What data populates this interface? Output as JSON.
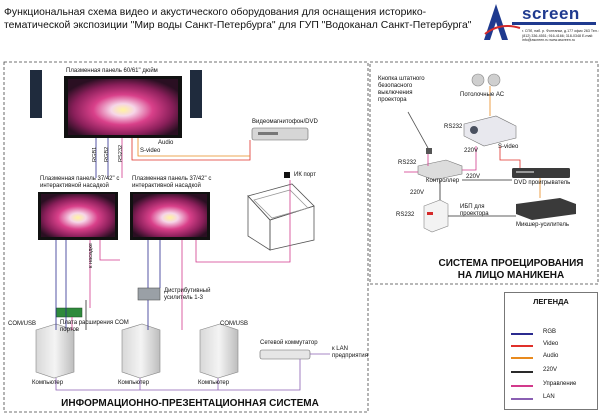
{
  "title": "Функциональная схема видео и акустического оборудования для оснащения историко-тематической экспозиции \"Мир воды Санкт-Петербурга\" для ГУП \"Водоканал Санкт-Петербурга\"",
  "logo": {
    "word": "screen",
    "contact": "г. СПб, наб. р. Фонтанки, д.177 офис 263 Тел.: (812) 336-4551; 916-4166; 318-0348 E-mail: info@ascreen.ru www.ascreen.ru"
  },
  "left": {
    "heading": "ИНФОРМАЦИОННО-ПРЕЗЕНТАЦИОННАЯ СИСТЕМА",
    "plasma_main": "Плазменная панель 60/61\" дюйм",
    "plasma_small_1": "Плазменная панель 37/42\" с интерактивной насадкой",
    "plasma_small_2": "Плазменная панель 37/42\" с интерактивной насадкой",
    "vcr": "Видеомагнитофон/DVD",
    "ir_port": "ИК порт",
    "distributor": "Дистрибутивный усилитель 1-3",
    "expansion_board": "Плата расширения COM портов",
    "switch": "Сетевой коммутатор",
    "to_lan": "к LAN предприятия",
    "com_usb_1": "COM/USB",
    "com_usb_2": "COM/USB",
    "computer_1": "Компьютер",
    "computer_2": "Компьютер",
    "computer_3": "Компьютер",
    "rgb1": "RGB1",
    "rgb2": "RGB2",
    "rs232": "RS232",
    "s_video": "S-video",
    "audio": "Audio",
    "to_attachment": "к насадке"
  },
  "right": {
    "heading_line1": "СИСТЕМА ПРОЕЦИРОВАНИЯ",
    "heading_line2": "НА ЛИЦО МАНИКЕНА",
    "button_label": "Кнопка штатного безопасного выключения проектора",
    "ceiling_speakers": "Потолочные АС",
    "rs232_a": "RS232",
    "rs232_b": "RS232",
    "rs232_c": "RS232",
    "v220_a": "220V",
    "v220_b": "220V",
    "v220_c": "220V",
    "s_video": "S-video",
    "controller": "Контроллер",
    "ups": "ИБП для проектора",
    "dvd_player": "DVD проигрыватель",
    "mixer": "Микшер-усилитель"
  },
  "legend": {
    "title": "ЛЕГЕНДА",
    "items": [
      {
        "label": "RGB",
        "color": "#2b2b8f"
      },
      {
        "label": "Video",
        "color": "#e0302a"
      },
      {
        "label": "Audio",
        "color": "#e88a1e"
      },
      {
        "label": "220V",
        "color": "#2a2a2a"
      },
      {
        "label": "Управление",
        "color": "#d23a8c"
      },
      {
        "label": "LAN",
        "color": "#8a5fb3"
      }
    ]
  }
}
